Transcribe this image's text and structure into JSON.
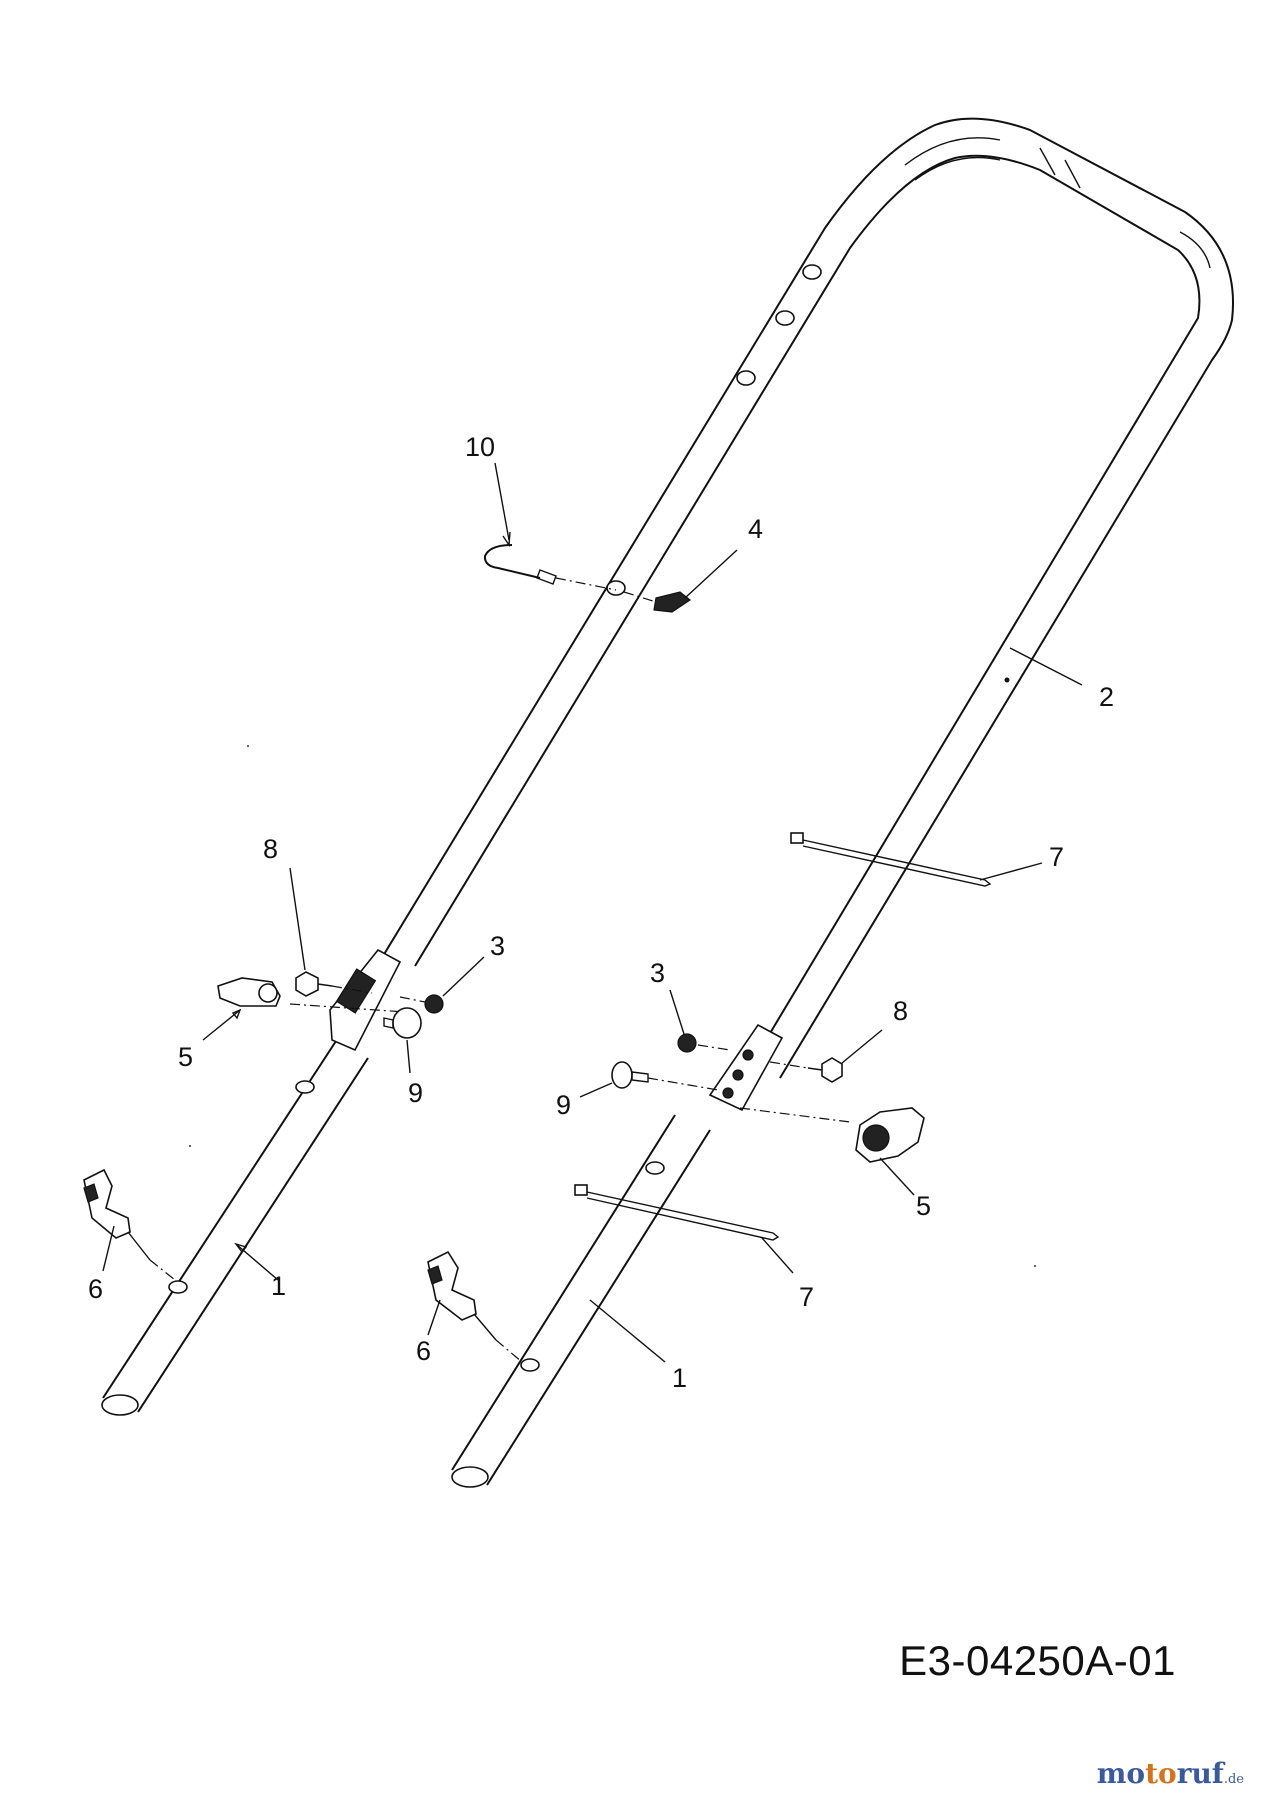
{
  "diagram": {
    "callouts": [
      "10",
      "4",
      "2",
      "8",
      "3",
      "7",
      "3",
      "8",
      "5",
      "9",
      "9",
      "5",
      "6",
      "1",
      "7",
      "6",
      "1"
    ],
    "drawing_code": "E3-04250A-01",
    "watermark": {
      "text_main": "motoruf",
      "text_suffix": ".de"
    },
    "colors": {
      "line": "#111111",
      "brand_blue": "#3a5a9a",
      "brand_orange": "#d4731e"
    }
  }
}
